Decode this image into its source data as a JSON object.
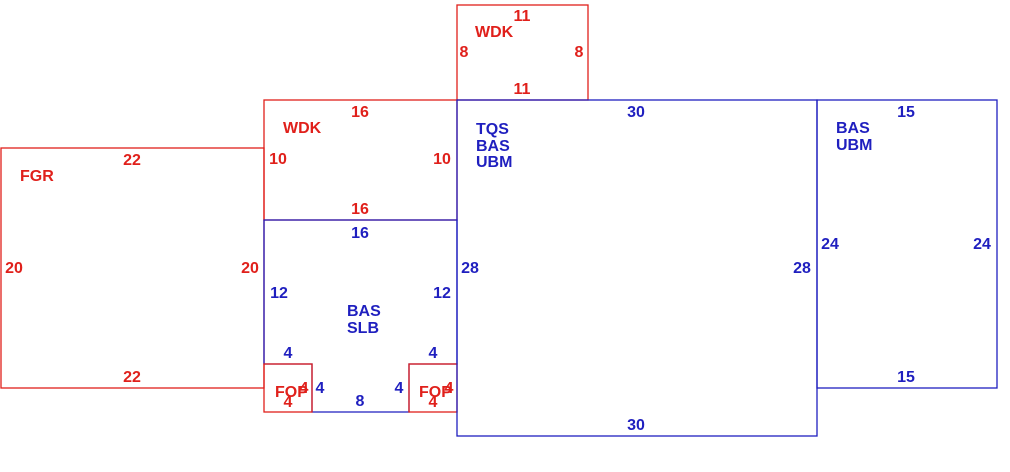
{
  "colors": {
    "red": "#e0201b",
    "blue": "#1f1fbf"
  },
  "areas": {
    "wdk_top": {
      "code": "WDK",
      "dims": [
        "11",
        "8",
        "8",
        "11"
      ]
    },
    "wdk_mid": {
      "code": "WDK",
      "dims": [
        "16",
        "10",
        "10",
        "16"
      ]
    },
    "fgr": {
      "code": "FGR",
      "dims": [
        "22",
        "20",
        "20",
        "22"
      ]
    },
    "bas_slb": {
      "codes": [
        "BAS",
        "SLB"
      ],
      "dims": [
        "16",
        "12",
        "12",
        "4",
        "4",
        "8",
        "4",
        "4"
      ]
    },
    "fop_left": {
      "code": "FOP",
      "dims": [
        "4",
        "4"
      ]
    },
    "fop_right": {
      "code": "FOP",
      "dims": [
        "4",
        "4"
      ]
    },
    "main": {
      "codes": [
        "TQS",
        "BAS",
        "UBM"
      ],
      "dims": [
        "30",
        "28",
        "28",
        "30"
      ]
    },
    "right": {
      "codes": [
        "BAS",
        "UBM"
      ],
      "dims": [
        "15",
        "24",
        "24",
        "15"
      ]
    }
  }
}
